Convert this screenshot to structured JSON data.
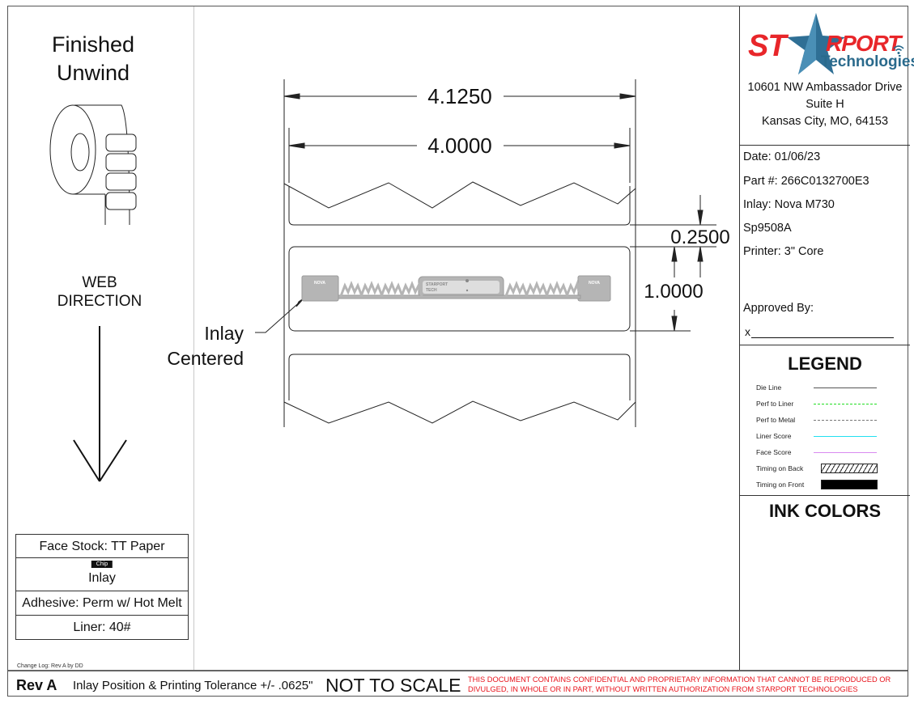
{
  "left_panel": {
    "title_line1": "Finished",
    "title_line2": "Unwind",
    "web_direction_line1": "WEB",
    "web_direction_line2": "DIRECTION",
    "specs": {
      "face_stock": "Face Stock: TT Paper",
      "chip_badge": "Chip",
      "inlay": "Inlay",
      "adhesive": "Adhesive: Perm w/ Hot Melt",
      "liner": "Liner: 40#"
    },
    "change_log": "Change Log: Rev A by DD"
  },
  "drawing": {
    "dim_overall_width": "4.1250",
    "dim_label_width": "4.0000",
    "dim_gap": "0.2500",
    "dim_label_height": "1.0000",
    "inlay_note_line1": "Inlay",
    "inlay_note_line2": "Centered",
    "inlay_label_left": "NOVA",
    "inlay_label_right": "NOVA",
    "inlay_brand_line1": "STARPORT",
    "inlay_brand_line2": "TECH",
    "colors": {
      "die_line": "#222222",
      "inlay_fill": "#b5b5b5"
    }
  },
  "right_panel": {
    "logo": {
      "text_st": "ST",
      "text_rport": "RPORT",
      "text_technologies": "Technologies",
      "red": "#e8262a",
      "blue": "#2a6a8c"
    },
    "address_line1": "10601 NW Ambassador Drive",
    "address_line2": "Suite H",
    "address_line3": "Kansas City, MO, 64153",
    "date": "Date: 01/06/23",
    "part_number": "Part #: 266C0132700E3",
    "inlay": "Inlay: Nova M730",
    "spec_code": "Sp9508A",
    "printer": "Printer: 3\" Core",
    "approved_by": "Approved By:",
    "signature_prefix": "x",
    "legend": {
      "title": "LEGEND",
      "items": [
        {
          "label": "Die Line",
          "style": "solid",
          "color": "#555555"
        },
        {
          "label": "Perf to Liner",
          "style": "dashed",
          "color": "#22dd22"
        },
        {
          "label": "Perf to Metal",
          "style": "dashed",
          "color": "#777777"
        },
        {
          "label": "Liner Score",
          "style": "solid",
          "color": "#22e0f0"
        },
        {
          "label": "Face Score",
          "style": "solid",
          "color": "#d98af0"
        },
        {
          "label": "Timing on Back",
          "style": "hatched",
          "color": "#222222"
        },
        {
          "label": "Timing on Front",
          "style": "filled",
          "color": "#000000"
        }
      ]
    },
    "ink_colors_title": "INK COLORS"
  },
  "footer": {
    "revision": "Rev A",
    "tolerance": "Inlay Position & Printing Tolerance +/- .0625\"",
    "scale_note": "NOT TO SCALE",
    "confidential_line1": "THIS DOCUMENT CONTAINS CONFIDENTIAL AND PROPRIETARY INFORMATION THAT CANNOT  BE REPRODUCED OR",
    "confidential_line2": "DIVULGED, IN WHOLE OR IN PART, WITHOUT WRITTEN   AUTHORIZATION FROM STARPORT TECHNOLOGIES",
    "confidential_color": "#e8141c"
  }
}
